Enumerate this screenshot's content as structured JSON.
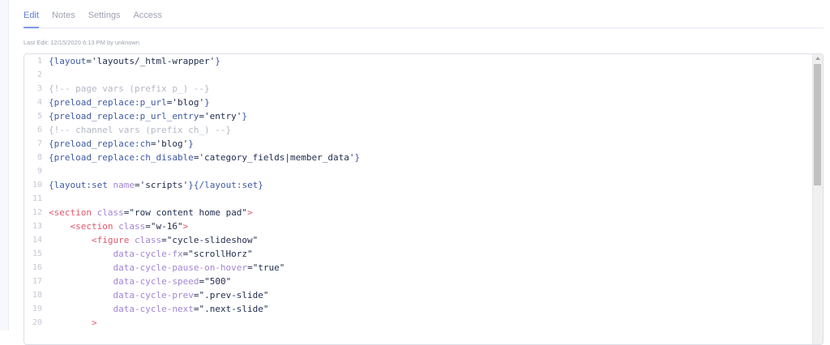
{
  "tabs": [
    {
      "label": "Edit",
      "active": true
    },
    {
      "label": "Notes",
      "active": false
    },
    {
      "label": "Settings",
      "active": false
    },
    {
      "label": "Access",
      "active": false
    }
  ],
  "last_edit": "Last Edit: 12/15/2020 6:13 PM by unknown",
  "editor": {
    "lines": [
      {
        "n": "1",
        "tokens": [
          [
            "c-brace",
            "{layout"
          ],
          [
            "c-punct",
            "="
          ],
          [
            "c-str",
            "'layouts/_html-wrapper'"
          ],
          [
            "c-brace",
            "}"
          ]
        ]
      },
      {
        "n": "2",
        "tokens": []
      },
      {
        "n": "3",
        "tokens": [
          [
            "c-comment",
            "{!-- page vars (prefix p_) --}"
          ]
        ]
      },
      {
        "n": "4",
        "tokens": [
          [
            "c-brace",
            "{preload_replace:p_url"
          ],
          [
            "c-punct",
            "="
          ],
          [
            "c-str",
            "'blog'"
          ],
          [
            "c-brace",
            "}"
          ]
        ]
      },
      {
        "n": "5",
        "tokens": [
          [
            "c-brace",
            "{preload_replace:p_url_entry"
          ],
          [
            "c-punct",
            "="
          ],
          [
            "c-str",
            "'entry'"
          ],
          [
            "c-brace",
            "}"
          ]
        ]
      },
      {
        "n": "6",
        "tokens": [
          [
            "c-comment",
            "{!-- channel vars (prefix ch_) --}"
          ]
        ]
      },
      {
        "n": "7",
        "tokens": [
          [
            "c-brace",
            "{preload_replace:ch"
          ],
          [
            "c-punct",
            "="
          ],
          [
            "c-str",
            "'blog'"
          ],
          [
            "c-brace",
            "}"
          ]
        ]
      },
      {
        "n": "8",
        "tokens": [
          [
            "c-brace",
            "{preload_replace:ch_disable"
          ],
          [
            "c-punct",
            "="
          ],
          [
            "c-str",
            "'category_fields|member_data'"
          ],
          [
            "c-brace",
            "}"
          ]
        ]
      },
      {
        "n": "9",
        "tokens": []
      },
      {
        "n": "10",
        "tokens": [
          [
            "c-brace",
            "{layout:set "
          ],
          [
            "c-attr",
            "name"
          ],
          [
            "c-punct",
            "="
          ],
          [
            "c-str",
            "'scripts'"
          ],
          [
            "c-brace",
            "}{/layout:set}"
          ]
        ]
      },
      {
        "n": "11",
        "tokens": []
      },
      {
        "n": "12",
        "tokens": [
          [
            "c-tag",
            "<section "
          ],
          [
            "c-attr",
            "class"
          ],
          [
            "c-punct",
            "="
          ],
          [
            "c-str",
            "\"row content home pad\""
          ],
          [
            "c-tag",
            ">"
          ]
        ]
      },
      {
        "n": "13",
        "tokens": [
          [
            "c-punct",
            "    "
          ],
          [
            "c-tag",
            "<section "
          ],
          [
            "c-attr",
            "class"
          ],
          [
            "c-punct",
            "="
          ],
          [
            "c-str",
            "\"w-16\""
          ],
          [
            "c-tag",
            ">"
          ]
        ]
      },
      {
        "n": "14",
        "tokens": [
          [
            "c-punct",
            "        "
          ],
          [
            "c-tag",
            "<figure "
          ],
          [
            "c-attr",
            "class"
          ],
          [
            "c-punct",
            "="
          ],
          [
            "c-str",
            "\"cycle-slideshow\""
          ]
        ]
      },
      {
        "n": "15",
        "tokens": [
          [
            "c-punct",
            "            "
          ],
          [
            "c-attr",
            "data-cycle-fx"
          ],
          [
            "c-punct",
            "="
          ],
          [
            "c-str",
            "\"scrollHorz\""
          ]
        ]
      },
      {
        "n": "16",
        "tokens": [
          [
            "c-punct",
            "            "
          ],
          [
            "c-attr",
            "data-cycle-pause-on-hover"
          ],
          [
            "c-punct",
            "="
          ],
          [
            "c-str",
            "\"true\""
          ]
        ]
      },
      {
        "n": "17",
        "tokens": [
          [
            "c-punct",
            "            "
          ],
          [
            "c-attr",
            "data-cycle-speed"
          ],
          [
            "c-punct",
            "="
          ],
          [
            "c-str",
            "\"500\""
          ]
        ]
      },
      {
        "n": "18",
        "tokens": [
          [
            "c-punct",
            "            "
          ],
          [
            "c-attr",
            "data-cycle-prev"
          ],
          [
            "c-punct",
            "="
          ],
          [
            "c-str",
            "\".prev-slide\""
          ]
        ]
      },
      {
        "n": "19",
        "tokens": [
          [
            "c-punct",
            "            "
          ],
          [
            "c-attr",
            "data-cycle-next"
          ],
          [
            "c-punct",
            "="
          ],
          [
            "c-str",
            "\".next-slide\""
          ]
        ]
      },
      {
        "n": "20",
        "tokens": [
          [
            "c-punct",
            "        "
          ],
          [
            "c-tag",
            ">"
          ]
        ]
      }
    ]
  },
  "colors": {
    "accent": "#5b7be0",
    "tab_inactive": "#9ea3b3",
    "code_brace": "#3f5aa6",
    "code_string": "#1f2b4c",
    "code_tag": "#e4576b",
    "code_attr": "#a285d6",
    "code_comment": "#b4b8c6"
  }
}
